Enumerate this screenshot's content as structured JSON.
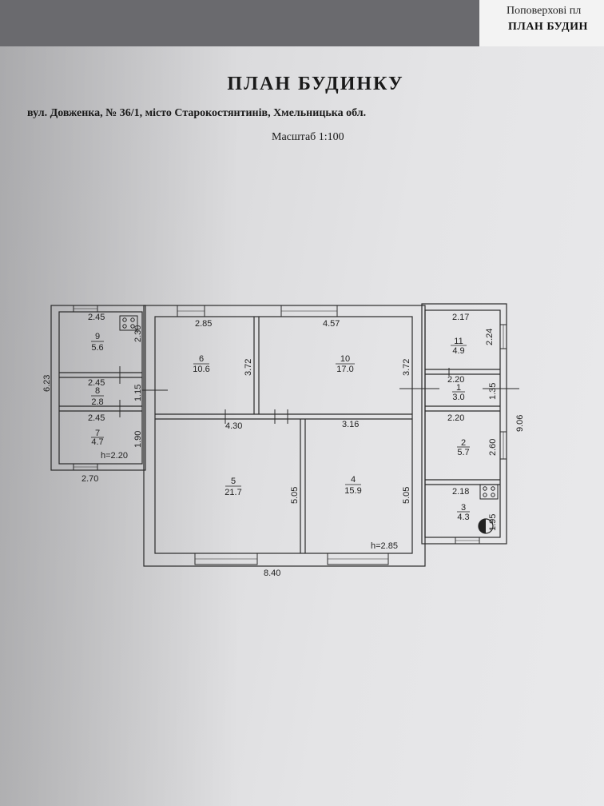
{
  "header": {
    "back_sheet_line1": "Поповерхові пл",
    "back_sheet_line2": "ПЛАН БУДИН",
    "title": "ПЛАН БУДИНКУ",
    "address": "вул. Довженка, № 36/1, місто Старокостянтинів, Хмельницька обл.",
    "scale": "Масштаб 1:100"
  },
  "rooms": [
    {
      "id": "room-9",
      "number": "9",
      "area": "5.6"
    },
    {
      "id": "room-8",
      "number": "8",
      "area": "2.8"
    },
    {
      "id": "room-7",
      "number": "7",
      "area": "4.7"
    },
    {
      "id": "room-6",
      "number": "6",
      "area": "10.6"
    },
    {
      "id": "room-10",
      "number": "10",
      "area": "17.0"
    },
    {
      "id": "room-5",
      "number": "5",
      "area": "21.7"
    },
    {
      "id": "room-4",
      "number": "4",
      "area": "15.9"
    },
    {
      "id": "room-11",
      "number": "11",
      "area": "4.9"
    },
    {
      "id": "room-1",
      "number": "1",
      "area": "3.0"
    },
    {
      "id": "room-2",
      "number": "2",
      "area": "5.7"
    },
    {
      "id": "room-3",
      "number": "3",
      "area": "4.3"
    }
  ],
  "dimensions": {
    "d_245_a": "2.45",
    "d_230": "2.30",
    "d_245_b": "2.45",
    "d_115": "1.15",
    "d_245_c": "2.45",
    "d_190": "1.90",
    "h_220": "h=2.20",
    "d_270": "2.70",
    "d_623": "6.23",
    "d_285": "2.85",
    "d_372_a": "3.72",
    "d_457": "4.57",
    "d_372_b": "3.72",
    "d_430": "4.30",
    "d_316": "3.16",
    "d_505_a": "5.05",
    "d_505_b": "5.05",
    "h_285": "h=2.85",
    "d_840": "8.40",
    "d_217": "2.17",
    "d_224": "2.24",
    "d_220_a": "2.20",
    "d_135": "1.35",
    "d_220_b": "2.20",
    "d_260": "2.60",
    "d_906": "9.06",
    "d_218": "2.18",
    "d_195": "1.95"
  }
}
